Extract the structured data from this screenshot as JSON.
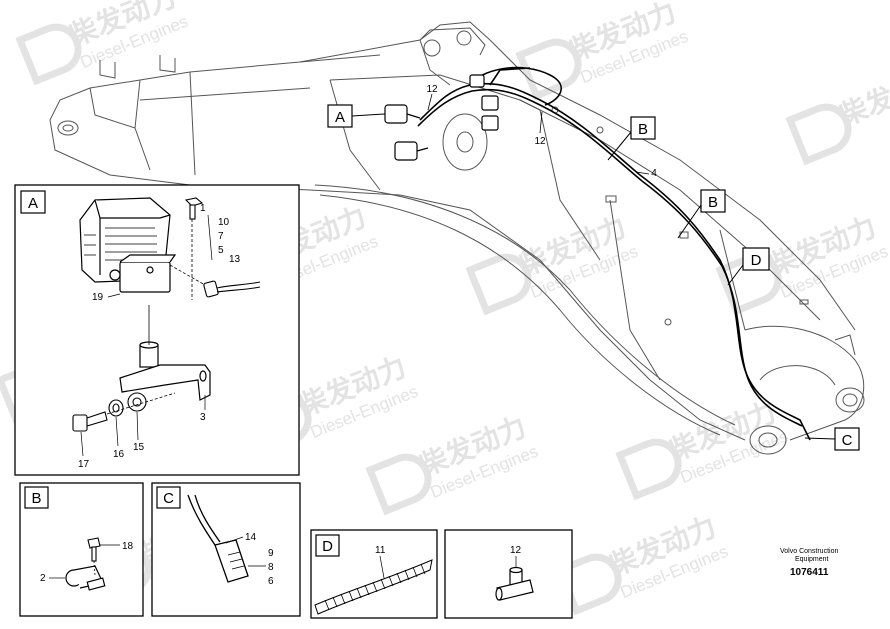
{
  "watermark": {
    "brand": "柴发动力",
    "sub": "Diesel-Engines",
    "color": "#e4e4e4"
  },
  "callouts_main": {
    "A": "A",
    "B1": "B",
    "B2": "B",
    "D": "D",
    "C": "C",
    "n12a": "12",
    "n12b": "12",
    "n4": "4"
  },
  "panel_a": {
    "label": "A",
    "parts": [
      "1",
      "10",
      "7",
      "5",
      "13",
      "19",
      "3",
      "17",
      "16",
      "15"
    ]
  },
  "panel_b": {
    "label": "B",
    "parts": [
      "18",
      "2"
    ]
  },
  "panel_c": {
    "label": "C",
    "parts": [
      "14",
      "9",
      "8",
      "6"
    ]
  },
  "panel_d": {
    "label": "D",
    "parts": [
      "11"
    ]
  },
  "panel_e": {
    "parts": [
      "12"
    ]
  },
  "footer": {
    "maker_line1": "Volvo Construction",
    "maker_line2": "Equipment",
    "drawing_no": "1076411"
  }
}
